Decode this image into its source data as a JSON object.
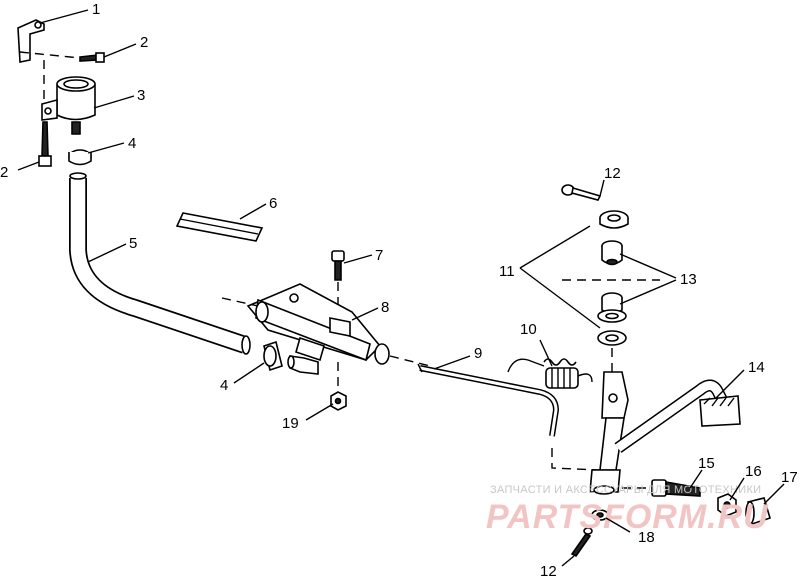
{
  "callouts": [
    "1",
    "2",
    "3",
    "4",
    "2",
    "5",
    "6",
    "7",
    "8",
    "4",
    "19",
    "9",
    "10",
    "11",
    "12",
    "13",
    "14",
    "15",
    "16",
    "17",
    "18",
    "12"
  ],
  "watermark": {
    "line1": "ЗАПЧАСТИ И АКСЕССУАРЫ ДЛЯ МОТОТЕХНИКИ",
    "logo": "PARTSFORM.RU"
  }
}
